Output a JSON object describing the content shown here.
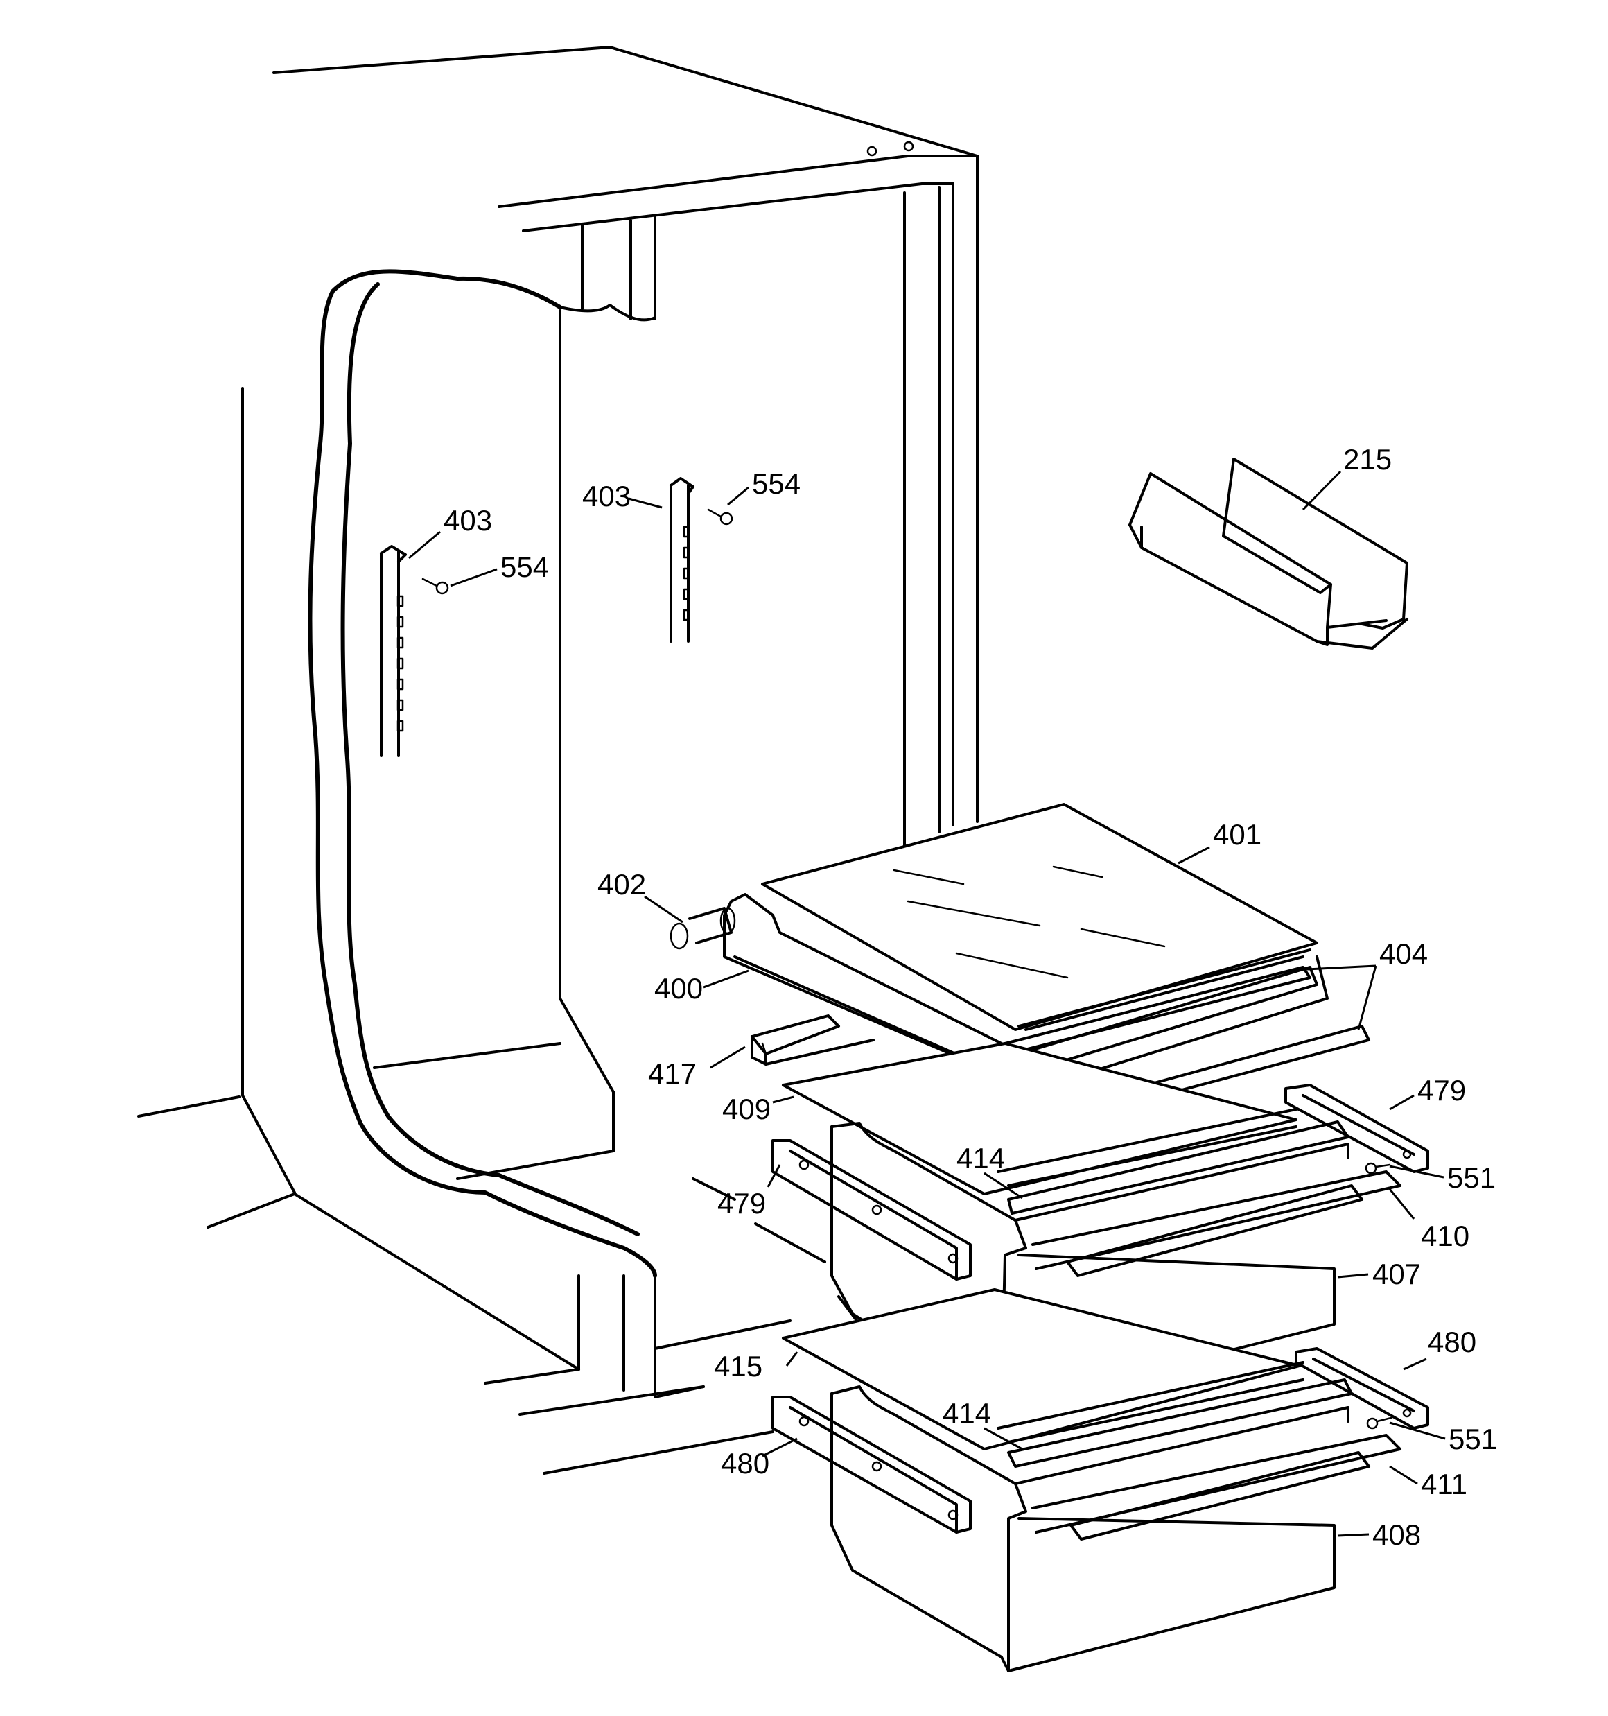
{
  "diagram": {
    "type": "exploded-parts-diagram",
    "labels": [
      {
        "id": "p215",
        "text": "215"
      },
      {
        "id": "p403a",
        "text": "403"
      },
      {
        "id": "p554a",
        "text": "554"
      },
      {
        "id": "p403b",
        "text": "403"
      },
      {
        "id": "p554b",
        "text": "554"
      },
      {
        "id": "p401",
        "text": "401"
      },
      {
        "id": "p402",
        "text": "402"
      },
      {
        "id": "p400",
        "text": "400"
      },
      {
        "id": "p404",
        "text": "404"
      },
      {
        "id": "p417",
        "text": "417"
      },
      {
        "id": "p409",
        "text": "409"
      },
      {
        "id": "p479a",
        "text": "479"
      },
      {
        "id": "p414a",
        "text": "414"
      },
      {
        "id": "p551a",
        "text": "551"
      },
      {
        "id": "p479b",
        "text": "479"
      },
      {
        "id": "p410",
        "text": "410"
      },
      {
        "id": "p407",
        "text": "407"
      },
      {
        "id": "p480a",
        "text": "480"
      },
      {
        "id": "p415",
        "text": "415"
      },
      {
        "id": "p414b",
        "text": "414"
      },
      {
        "id": "p551b",
        "text": "551"
      },
      {
        "id": "p480b",
        "text": "480"
      },
      {
        "id": "p411",
        "text": "411"
      },
      {
        "id": "p408",
        "text": "408"
      }
    ]
  }
}
